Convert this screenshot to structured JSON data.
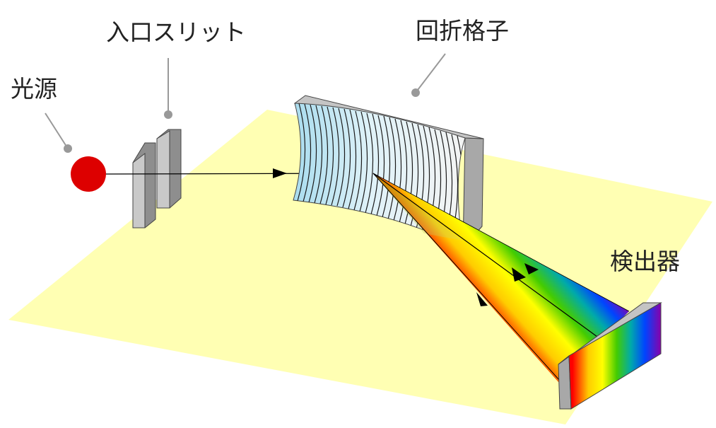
{
  "labels": {
    "light_source": "光源",
    "entrance_slit": "入口スリット",
    "diffraction_grating": "回折格子",
    "detector": "検出器"
  },
  "colors": {
    "base_plate": "#ffffb3",
    "light_source": "#dd0000",
    "slit_front": "#c9c9c9",
    "slit_side": "#8e8e8e",
    "grating_face": "#a9dcee",
    "grating_side": "#a8a8a8",
    "leader_line": "#999999",
    "beam": "#000000"
  },
  "icons": {
    "light_source": "red-circle",
    "slit": "gray-block",
    "grating": "concave-grating",
    "detector": "gray-block"
  }
}
